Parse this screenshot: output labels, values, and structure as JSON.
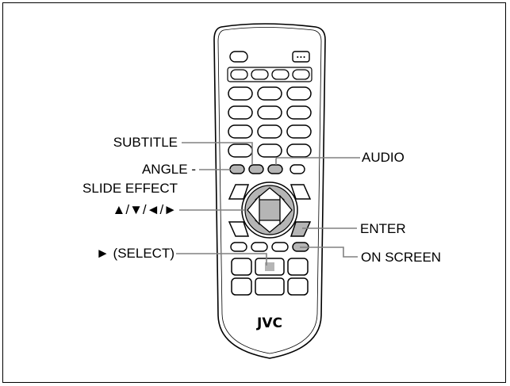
{
  "brand": {
    "logo": "JVC"
  },
  "labels": {
    "subtitle": "SUBTITLE",
    "angle": "ANGLE -",
    "slide_effect": "SLIDE EFFECT",
    "arrows": "▲/▼/◄/►",
    "select": "► (SELECT)",
    "audio": "AUDIO",
    "enter": "ENTER",
    "on_screen": "ON SCREEN"
  },
  "colors": {
    "outline": "#000000",
    "remote_fill": "#ffffff",
    "highlight_gray": "#808080",
    "shadow_gray": "#b5b5b5"
  }
}
